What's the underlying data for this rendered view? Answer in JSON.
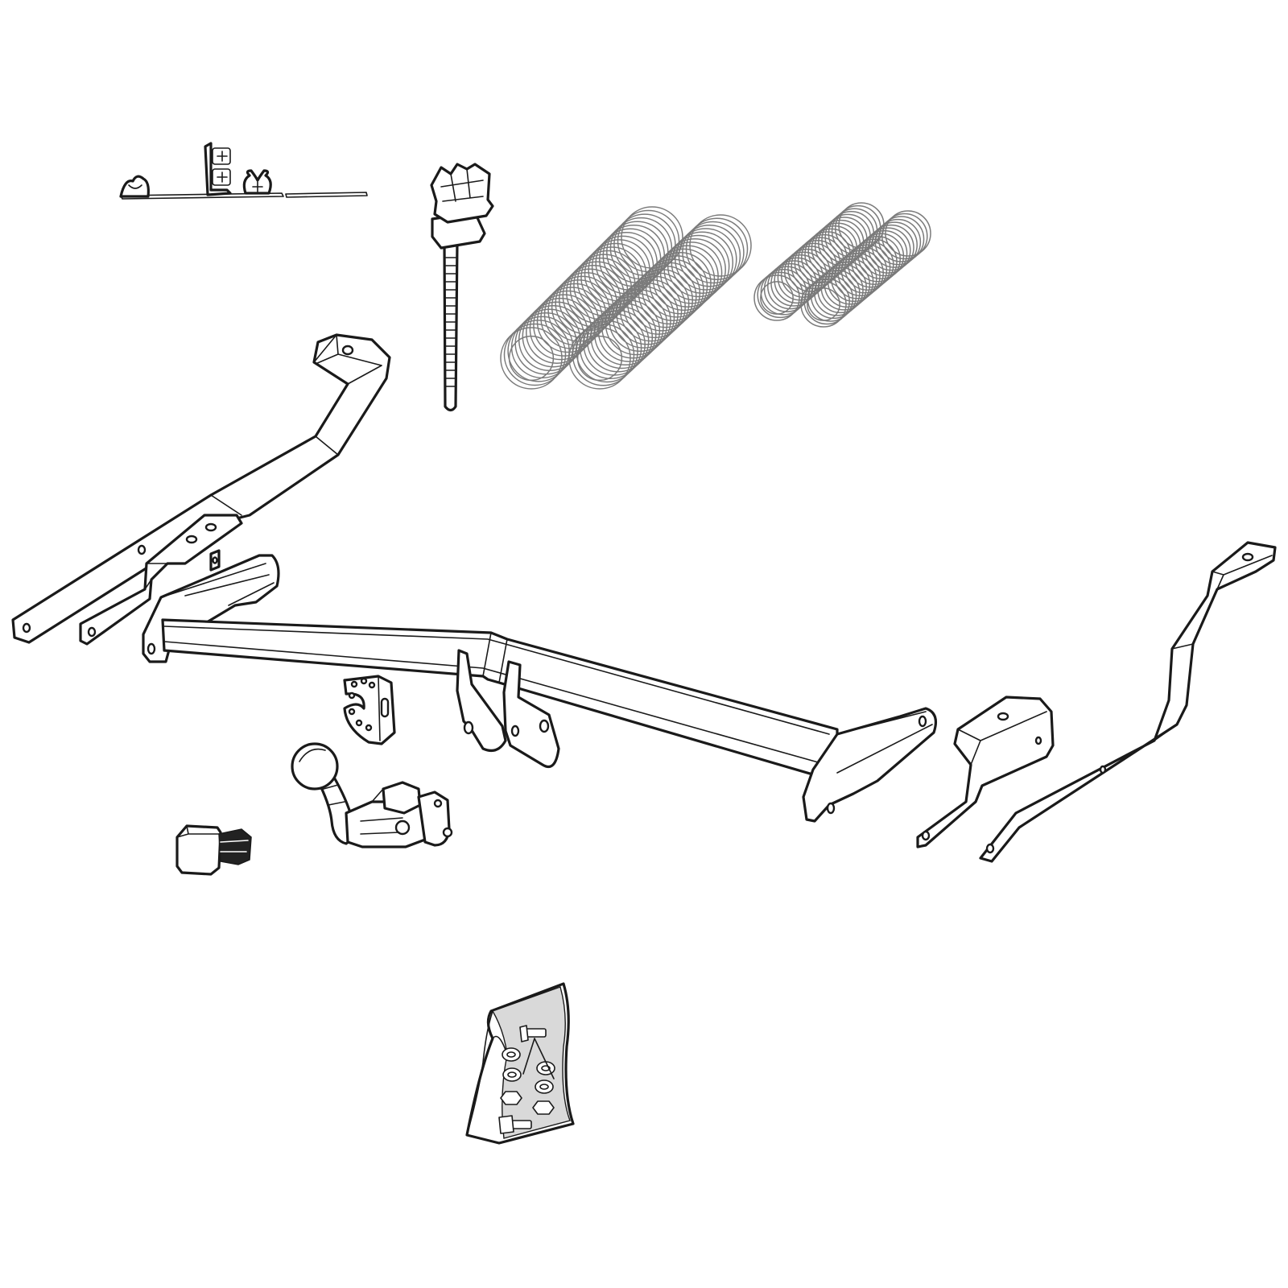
{
  "diagram": {
    "parts": [
      {
        "id": "wiring-clips-strip",
        "icon": "clip-strip-icon"
      },
      {
        "id": "cable-tie",
        "icon": "cable-tie-icon"
      },
      {
        "id": "springs-large",
        "icon": "coil-spring-icon",
        "count": 2
      },
      {
        "id": "springs-small",
        "icon": "coil-spring-icon",
        "count": 2
      },
      {
        "id": "left-side-arm",
        "icon": "bracket-arm-icon"
      },
      {
        "id": "left-brackets",
        "icon": "bracket-plate-icon"
      },
      {
        "id": "main-crossbar",
        "icon": "crossbar-icon"
      },
      {
        "id": "center-brackets",
        "icon": "bracket-plate-icon"
      },
      {
        "id": "right-side-arm",
        "icon": "bracket-arm-icon"
      },
      {
        "id": "right-brackets",
        "icon": "bracket-plate-icon"
      },
      {
        "id": "socket-mounting-plate",
        "icon": "socket-plate-icon"
      },
      {
        "id": "detachable-tow-ball",
        "icon": "tow-ball-icon"
      },
      {
        "id": "electrical-connector",
        "icon": "connector-icon"
      },
      {
        "id": "fixings-bag",
        "icon": "bolt-bag-icon"
      }
    ]
  }
}
